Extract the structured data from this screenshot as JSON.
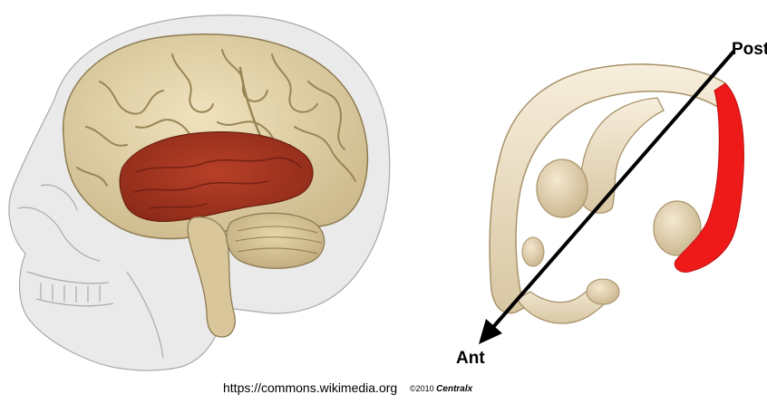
{
  "labels": {
    "posterior": "Post",
    "anterior": "Ant"
  },
  "credits": {
    "source_url": "https://commons.wikimedia.org",
    "copyright_prefix": "©2010",
    "copyright_brand": "Centralx"
  },
  "colors": {
    "brain_tissue": "#e2d2a6",
    "highlight_region_left": "#a7321f",
    "highlight_region_right": "#ee1a1a",
    "skull_translucent": "#bfbfbf",
    "ventricle_cream": "#efe3c8",
    "arrow": "#000000"
  },
  "figures": {
    "left": {
      "icon": "brain-skull-lateral-view-illustration"
    },
    "right": {
      "icon": "lateral-ventricle-3d-illustration"
    }
  }
}
